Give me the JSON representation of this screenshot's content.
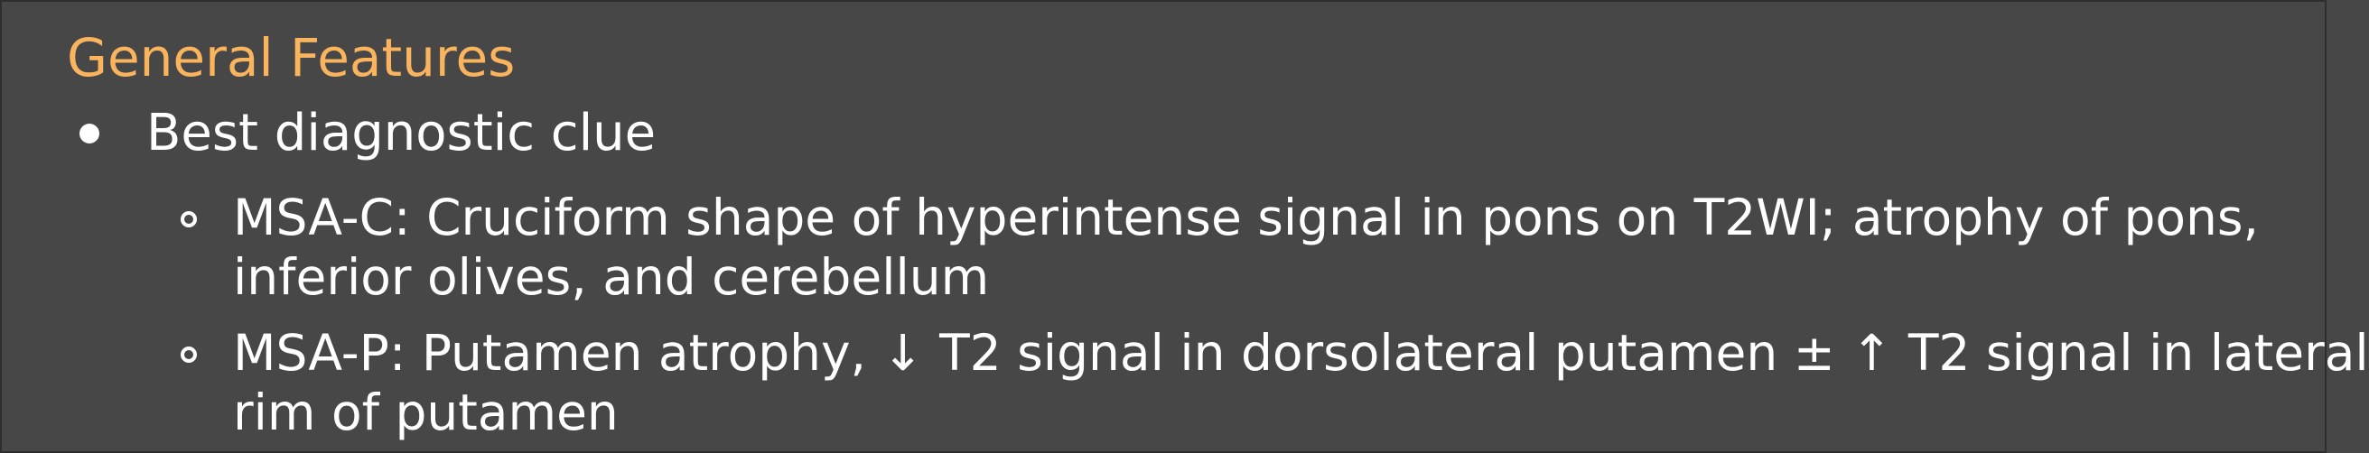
{
  "section": {
    "heading": "General Features",
    "bullet": {
      "label": "Best diagnostic clue",
      "subitems": [
        {
          "lines": [
            "MSA-C: Cruciform shape of hyperintense signal in pons on T2WI; atrophy of pons,",
            "inferior olives, and cerebellum"
          ]
        },
        {
          "lines": [
            "MSA-P: Putamen atrophy, ↓ T2 signal in dorsolateral putamen ± ↑ T2 signal in lateral",
            "rim of putamen"
          ]
        }
      ]
    }
  },
  "colors": {
    "background": "#474747",
    "heading": "#f9b45d",
    "text": "#ffffff"
  }
}
